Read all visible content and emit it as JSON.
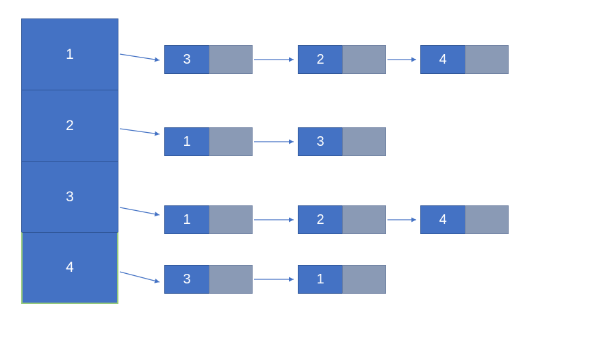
{
  "array": {
    "cells": [
      "1",
      "2",
      "3",
      "4"
    ]
  },
  "lists": [
    {
      "source": "1",
      "nodes": [
        "3",
        "2",
        "4"
      ]
    },
    {
      "source": "2",
      "nodes": [
        "1",
        "3"
      ]
    },
    {
      "source": "3",
      "nodes": [
        "1",
        "2",
        "4"
      ]
    },
    {
      "source": "4",
      "nodes": [
        "3",
        "1"
      ]
    }
  ],
  "colors": {
    "node_blue": "#4472C4",
    "pointer_gray": "#8A9AB5",
    "border_dark_blue": "#2F5597",
    "pointer_border": "#6E80A1",
    "arrow_blue": "#4472C4",
    "selected_green": "#94C97B",
    "text_white": "#FFFFFF"
  }
}
